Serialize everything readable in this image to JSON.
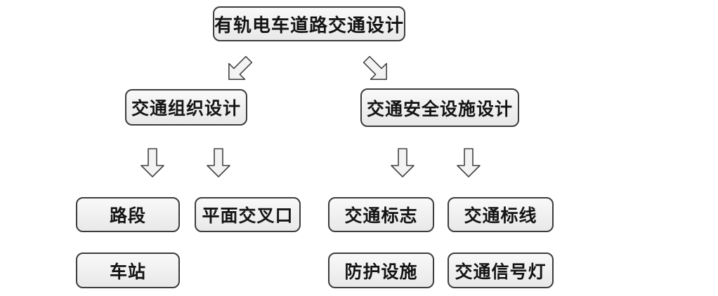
{
  "theme": {
    "bg": "#ffffff",
    "box-fill": "#f1f1f1",
    "box-border": "#3c3c3c",
    "text-color": "#141414",
    "arrow-fill": "#f3f3f3",
    "arrow-stroke": "#444444"
  },
  "icons": {
    "branch_left": "arrow-down-left",
    "branch_right": "arrow-down-right",
    "child_connector": "arrow-down"
  },
  "diagram": {
    "type": "flowchart",
    "root": {
      "label": "有轨电车道路交通设计"
    },
    "branches": [
      {
        "label": "交通组织设计",
        "children": [
          {
            "label": "路段"
          },
          {
            "label": "平面交叉口"
          },
          {
            "label": "车站"
          }
        ]
      },
      {
        "label": "交通安全设施设计",
        "children": [
          {
            "label": "交通标志"
          },
          {
            "label": "交通标线"
          },
          {
            "label": "防护设施"
          },
          {
            "label": "交通信号灯"
          }
        ]
      }
    ]
  }
}
